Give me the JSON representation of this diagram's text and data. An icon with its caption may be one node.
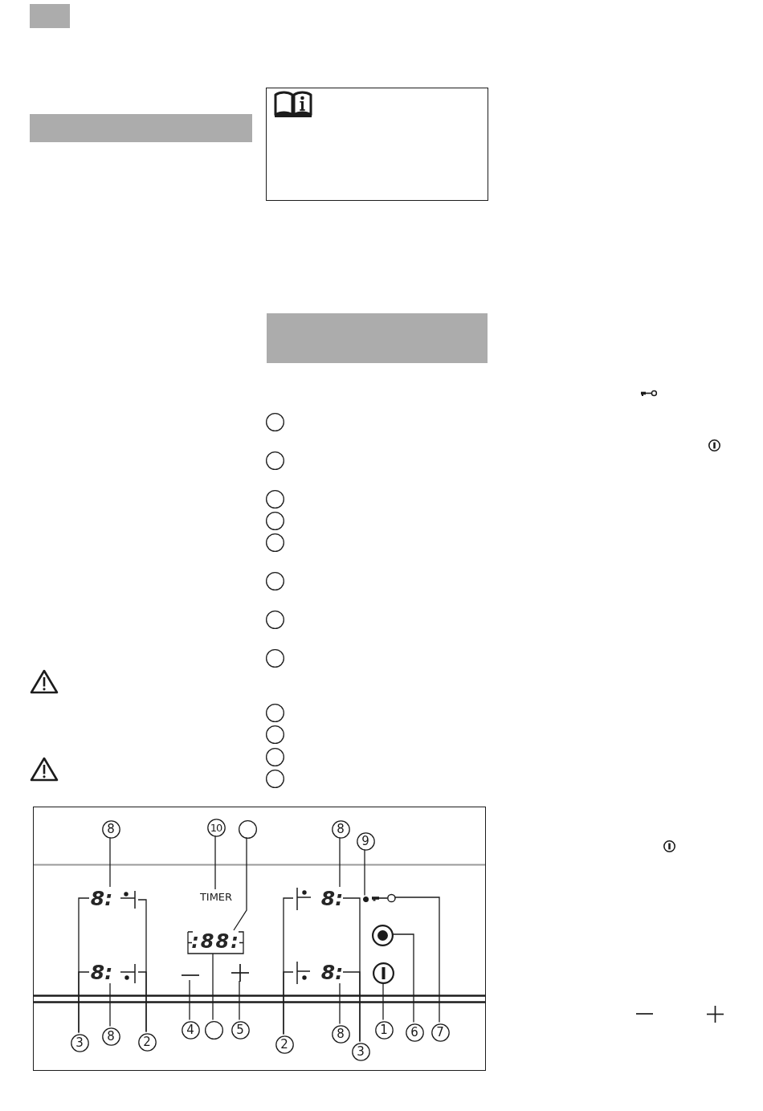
{
  "diagram": {
    "nodes": [
      {
        "text": [],
        "shape": "bar"
      },
      {
        "text": [],
        "shape": "bar"
      },
      {
        "text": [],
        "shape": "box"
      },
      {
        "text": [],
        "shape": "bar"
      },
      {
        "text": [],
        "shape": "circle"
      },
      {
        "text": [],
        "shape": "circle"
      },
      {
        "text": [],
        "shape": "circle"
      },
      {
        "text": [],
        "shape": "circle"
      },
      {
        "text": [],
        "shape": "circle"
      },
      {
        "text": [],
        "shape": "circle"
      },
      {
        "text": [],
        "shape": "circle"
      },
      {
        "text": [],
        "shape": "circle"
      },
      {
        "text": [],
        "shape": "circle"
      },
      {
        "text": [],
        "shape": "circle"
      },
      {
        "text": [],
        "shape": "circle"
      },
      {
        "text": [],
        "shape": "circle"
      },
      {
        "text": [],
        "shape": "box"
      },
      {
        "text": [
          "8"
        ],
        "in": 16
      },
      {
        "text": [
          "10"
        ],
        "in": 16
      },
      {
        "text": [],
        "shape": "circle",
        "in": 16
      },
      {
        "text": [
          "8"
        ],
        "in": 16
      },
      {
        "text": [
          "9"
        ],
        "in": 16
      },
      {
        "text": [
          "8:"
        ],
        "in": 16
      },
      {
        "text": [],
        "shape": "picture",
        "in": 16
      },
      {
        "text": [
          "TIMER"
        ],
        "in": 16
      },
      {
        "text": [],
        "shape": "picture",
        "in": 16
      },
      {
        "text": [
          "8:"
        ],
        "in": 16
      },
      {
        "text": [],
        "shape": "circle",
        "in": 16
      },
      {
        "text": [],
        "shape": "picture",
        "in": 16
      },
      {
        "text": [
          ":88:"
        ],
        "in": 16
      },
      {
        "text": [],
        "shape": "circle",
        "in": 16
      },
      {
        "text": [
          "8:"
        ],
        "in": 16
      },
      {
        "text": [],
        "shape": "picture",
        "in": 16
      },
      {
        "text": [],
        "shape": "picture",
        "in": 16
      },
      {
        "text": [],
        "shape": "picture",
        "in": 16
      },
      {
        "text": [],
        "shape": "picture",
        "in": 16
      },
      {
        "text": [
          "8:"
        ],
        "in": 16
      },
      {
        "text": [],
        "shape": "circle",
        "in": 16
      },
      {
        "text": [
          "3"
        ],
        "in": 16
      },
      {
        "text": [
          "8"
        ],
        "in": 16
      },
      {
        "text": [
          "2"
        ],
        "in": 16
      },
      {
        "text": [
          "4"
        ],
        "in": 16
      },
      {
        "text": [],
        "shape": "circle",
        "in": 16
      },
      {
        "text": [
          "5"
        ],
        "in": 16
      },
      {
        "text": [
          "2"
        ],
        "in": 16
      },
      {
        "text": [
          "8"
        ],
        "in": 16
      },
      {
        "text": [
          "3"
        ],
        "in": 16
      },
      {
        "text": [
          "1"
        ],
        "in": 16
      },
      {
        "text": [
          "6"
        ],
        "in": 16
      },
      {
        "text": [
          "7"
        ],
        "in": 16
      }
    ],
    "edges": [
      {
        "from": 17,
        "to": 22,
        "arrow": "none"
      },
      {
        "from": 18,
        "to": 24,
        "arrow": "none"
      },
      {
        "from": 19,
        "to": 29,
        "arrow": "none"
      },
      {
        "from": 20,
        "to": 26,
        "arrow": "none"
      },
      {
        "from": 21,
        "to": 27,
        "arrow": "none"
      },
      {
        "from": 38,
        "to": 22,
        "arrow": "none"
      },
      {
        "from": 38,
        "to": 31,
        "arrow": "none"
      },
      {
        "from": 39,
        "to": 31,
        "arrow": "none"
      },
      {
        "from": 40,
        "to": 23,
        "arrow": "none"
      },
      {
        "from": 40,
        "to": 32,
        "arrow": "none"
      },
      {
        "from": 41,
        "to": 33,
        "arrow": "none"
      },
      {
        "from": 42,
        "to": 29,
        "arrow": "none"
      },
      {
        "from": 43,
        "to": 34,
        "arrow": "none"
      },
      {
        "from": 44,
        "to": 25,
        "arrow": "none"
      },
      {
        "from": 44,
        "to": 35,
        "arrow": "none"
      },
      {
        "from": 45,
        "to": 36,
        "arrow": "none"
      },
      {
        "from": 46,
        "to": 26,
        "arrow": "none"
      },
      {
        "from": 46,
        "to": 36,
        "arrow": "none"
      },
      {
        "from": 47,
        "to": 37,
        "arrow": "none"
      },
      {
        "from": 48,
        "to": 30,
        "arrow": "none"
      },
      {
        "from": 49,
        "to": 28,
        "arrow": "none"
      }
    ]
  }
}
